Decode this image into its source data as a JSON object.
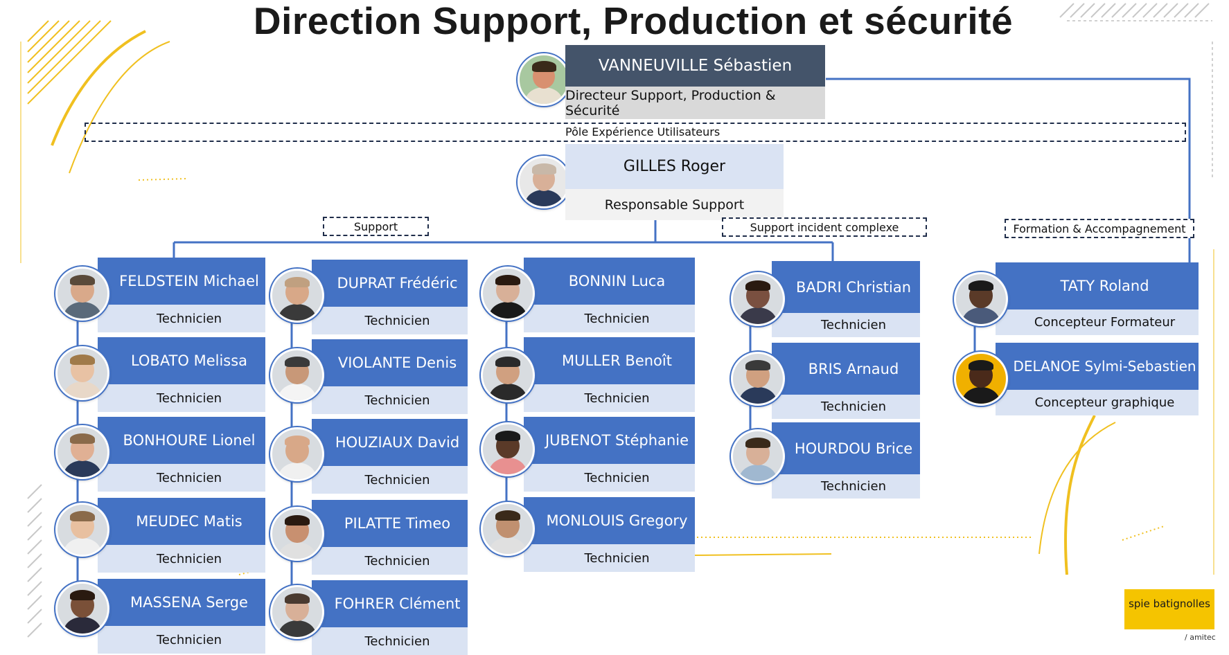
{
  "title": "Direction Support, Production et sécurité",
  "director": {
    "name": "VANNEUVILLE  Sébastien",
    "role": "Directeur Support, Production & Sécurité"
  },
  "pole": "Pôle Expérience Utilisateurs",
  "manager": {
    "name": "GILLES Roger",
    "role": "Responsable  Support"
  },
  "groups": {
    "support": "Support",
    "incident": "Support incident complexe",
    "formation": "Formation & Accompagnement"
  },
  "columns": [
    [
      {
        "name": "FELDSTEIN Michael",
        "role": "Technicien",
        "skin": "#d9a98a",
        "hair": "#5a4a3a",
        "shirt": "#5a6a7a"
      },
      {
        "name": "LOBATO Melissa",
        "role": "Technicien",
        "skin": "#e8c2a4",
        "hair": "#a07a4a",
        "shirt": "#e8d8c8"
      },
      {
        "name": "BONHOURE Lionel",
        "role": "Technicien",
        "skin": "#e0b094",
        "hair": "#8a6a4a",
        "shirt": "#2a3a5a"
      },
      {
        "name": "MEUDEC Matis",
        "role": "Technicien",
        "skin": "#e8c0a0",
        "hair": "#8a6a4a",
        "shirt": "#f0f0f0"
      },
      {
        "name": "MASSENA Serge",
        "role": "Technicien",
        "skin": "#7a5038",
        "hair": "#2a1a10",
        "shirt": "#2a2a3a"
      }
    ],
    [
      {
        "name": "DUPRAT Frédéric",
        "role": "Technicien",
        "skin": "#d8a888",
        "hair": "#c0a080",
        "shirt": "#3a3a3a"
      },
      {
        "name": "VIOLANTE Denis",
        "role": "Technicien",
        "skin": "#c89878",
        "hair": "#3a3a3a",
        "shirt": "#f4f4f4"
      },
      {
        "name": "HOUZIAUX David",
        "role": "Technicien",
        "skin": "#d8a888",
        "hair": "#d8a888",
        "shirt": "#f0f0f0"
      },
      {
        "name": "PILATTE Timeo",
        "role": "Technicien",
        "skin": "#c89070",
        "hair": "#2a1a10",
        "shirt": "#e0e0e0"
      },
      {
        "name": "FOHRER Clément",
        "role": "Technicien",
        "skin": "#d8b098",
        "hair": "#4a3a30",
        "shirt": "#3a3a3a"
      }
    ],
    [
      {
        "name": "BONNIN Luca",
        "role": "Technicien",
        "skin": "#d8b098",
        "hair": "#2a1a10",
        "shirt": "#1a1a1a"
      },
      {
        "name": "MULLER Benoît",
        "role": "Technicien",
        "skin": "#d0a080",
        "hair": "#2a2a2a",
        "shirt": "#2a2a2a"
      },
      {
        "name": "JUBENOT Stéphanie",
        "role": "Technicien",
        "skin": "#5a3a28",
        "hair": "#1a1a1a",
        "shirt": "#e89090"
      },
      {
        "name": "MONLOUIS Gregory",
        "role": "Technicien",
        "skin": "#c09070",
        "hair": "#3a2a1a",
        "shirt": "#e0e0e0"
      }
    ],
    [
      {
        "name": "BADRI Christian",
        "role": "Technicien",
        "skin": "#7a5040",
        "hair": "#2a1a10",
        "shirt": "#3a3a4a"
      },
      {
        "name": "BRIS Arnaud",
        "role": "Technicien",
        "skin": "#d0a080",
        "hair": "#3a3a3a",
        "shirt": "#2a3a5a"
      },
      {
        "name": "HOURDOU Brice",
        "role": "Technicien",
        "skin": "#d8b098",
        "hair": "#3a2a1a",
        "shirt": "#a0b8d0"
      }
    ],
    [
      {
        "name": "TATY Roland",
        "role": "Concepteur Formateur",
        "skin": "#5a3a28",
        "hair": "#1a1a1a",
        "shirt": "#4a5a7a"
      },
      {
        "name": "DELANOE Sylmi-Sebastien",
        "role": "Concepteur graphique",
        "skin": "#4a2a1a",
        "hair": "#1a1a1a",
        "shirt": "#1a1a1a"
      }
    ]
  ],
  "director_photo": {
    "skin": "#d89070",
    "hair": "#3a2a1a",
    "shirt": "#e8e0d0"
  },
  "manager_photo": {
    "skin": "#d8b098",
    "hair": "#c8b8a8",
    "shirt": "#2a3a5a"
  },
  "colors": {
    "accent": "#4472c4",
    "dark": "#44546a",
    "light": "#dae3f3",
    "deco": "#f5c400"
  },
  "logo": {
    "text": "spie batignolles",
    "sub": "/ amitec"
  }
}
